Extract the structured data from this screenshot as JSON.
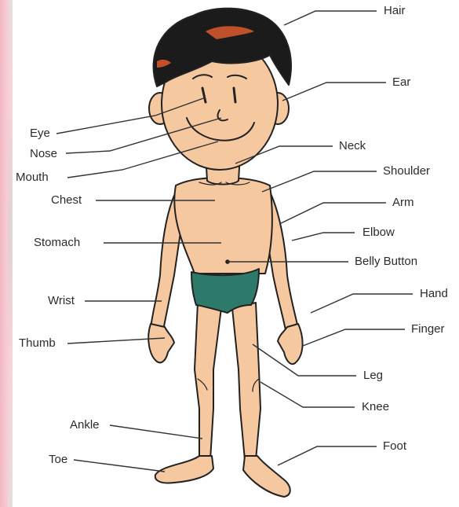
{
  "labels": {
    "hair": "Hair",
    "ear": "Ear",
    "eye": "Eye",
    "nose": "Nose",
    "mouth": "Mouth",
    "neck": "Neck",
    "shoulder": "Shoulder",
    "chest": "Chest",
    "arm": "Arm",
    "elbow": "Elbow",
    "stomach": "Stomach",
    "belly_button": "Belly Button",
    "wrist": "Wrist",
    "hand": "Hand",
    "thumb": "Thumb",
    "finger": "Finger",
    "leg": "Leg",
    "knee": "Knee",
    "ankle": "Ankle",
    "foot": "Foot",
    "toe": "Toe"
  },
  "colors": {
    "skin": "#f6c8a0",
    "skin_shadow": "#e6a67a",
    "hair": "#1b1b1b",
    "hair_highlight": "#c0502c",
    "briefs": "#2e7a6a",
    "outline": "#222222",
    "leader_line": "#333333"
  }
}
